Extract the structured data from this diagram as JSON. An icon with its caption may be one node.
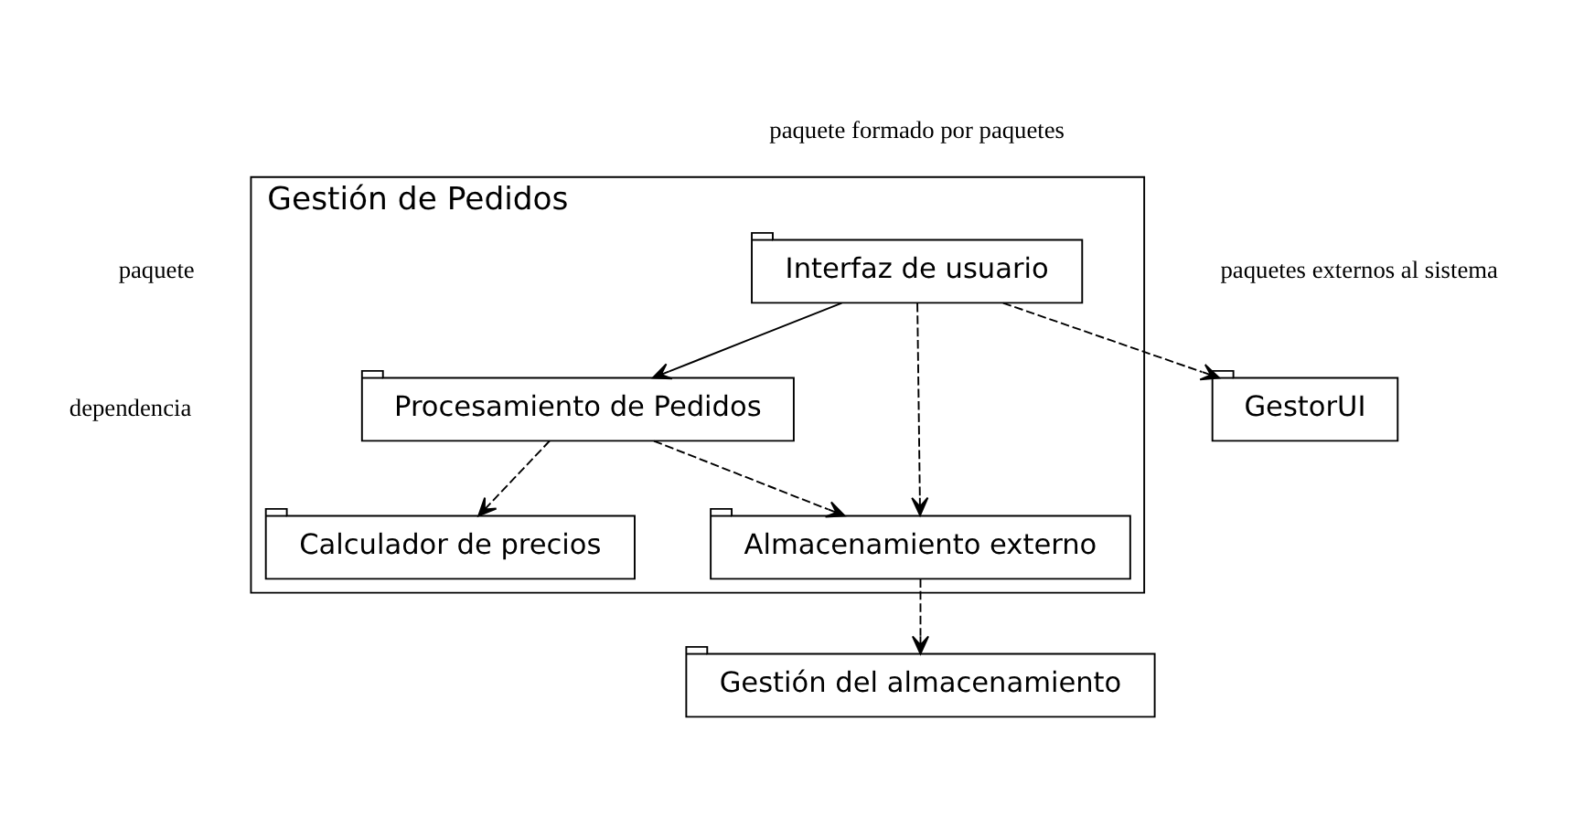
{
  "diagram": {
    "nodes": [
      {
        "text": [
          "Gestión de Pedidos"
        ]
      },
      {
        "text": [
          "Interfaz de usuario"
        ],
        "in": 0
      },
      {
        "text": [
          "GestorUI"
        ]
      },
      {
        "text": [
          "Procesamiento de Pedidos"
        ],
        "in": 0
      },
      {
        "text": [
          "Calculador de precios"
        ],
        "in": 0
      },
      {
        "text": [
          "Almacenamiento externo"
        ],
        "in": 0
      },
      {
        "text": [
          "Gestión del almacenamiento"
        ]
      }
    ],
    "edges": [
      {
        "from": 1,
        "to": 2,
        "arrow": "to",
        "style": "dashed"
      },
      {
        "from": 1,
        "to": 3,
        "arrow": "to"
      },
      {
        "from": 1,
        "to": 5,
        "arrow": "to",
        "style": "dashed"
      },
      {
        "from": 3,
        "to": 4,
        "arrow": "to",
        "style": "dashed"
      },
      {
        "from": 3,
        "to": 5,
        "arrow": "to",
        "style": "dashed"
      },
      {
        "from": 5,
        "to": 6,
        "arrow": "to",
        "style": "dashed"
      }
    ],
    "labels": [
      "paquete formado por paquetes",
      "paquetes externos al sistema",
      "paquete",
      "dependencia"
    ]
  }
}
